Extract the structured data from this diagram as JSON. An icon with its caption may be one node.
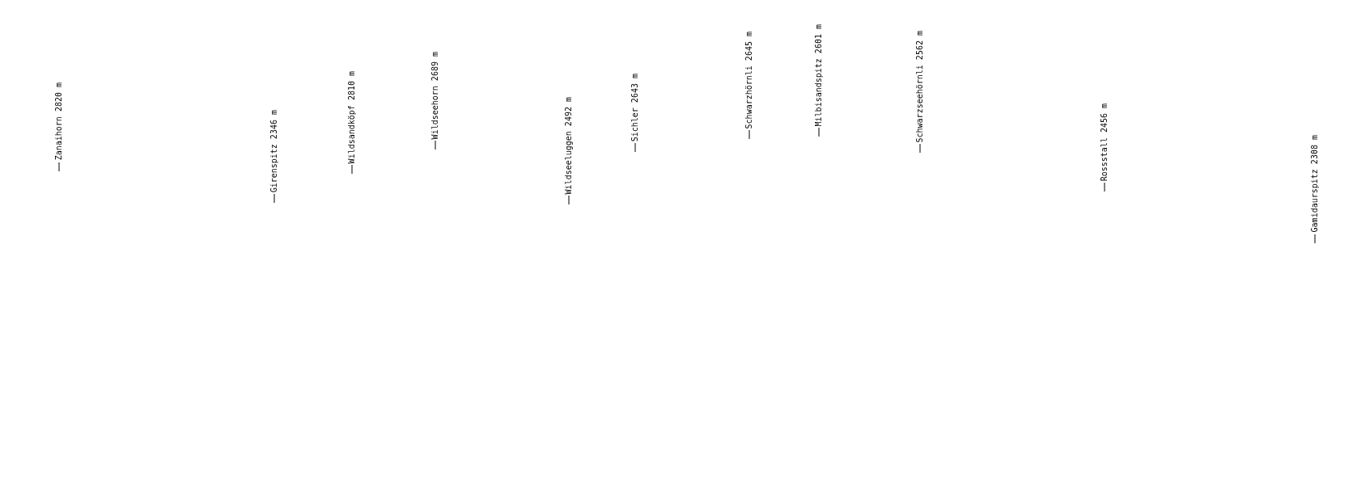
{
  "diagram": {
    "labels": [
      "Zanaihorn 2820 m",
      "Girenspitz 2346 m",
      "Wildsandköpf 2810 m",
      "Wildseehorn 2689 m",
      "Wildseeluggen 2492 m",
      "Sichler 2643 m",
      "Schwarzhörnli 2645 m",
      "Milbisandspitz 2601 m",
      "Schwarzseehörnli 2562 m",
      "Rossstall 2456 m",
      "Gamidaurspitz 2308 m"
    ]
  }
}
